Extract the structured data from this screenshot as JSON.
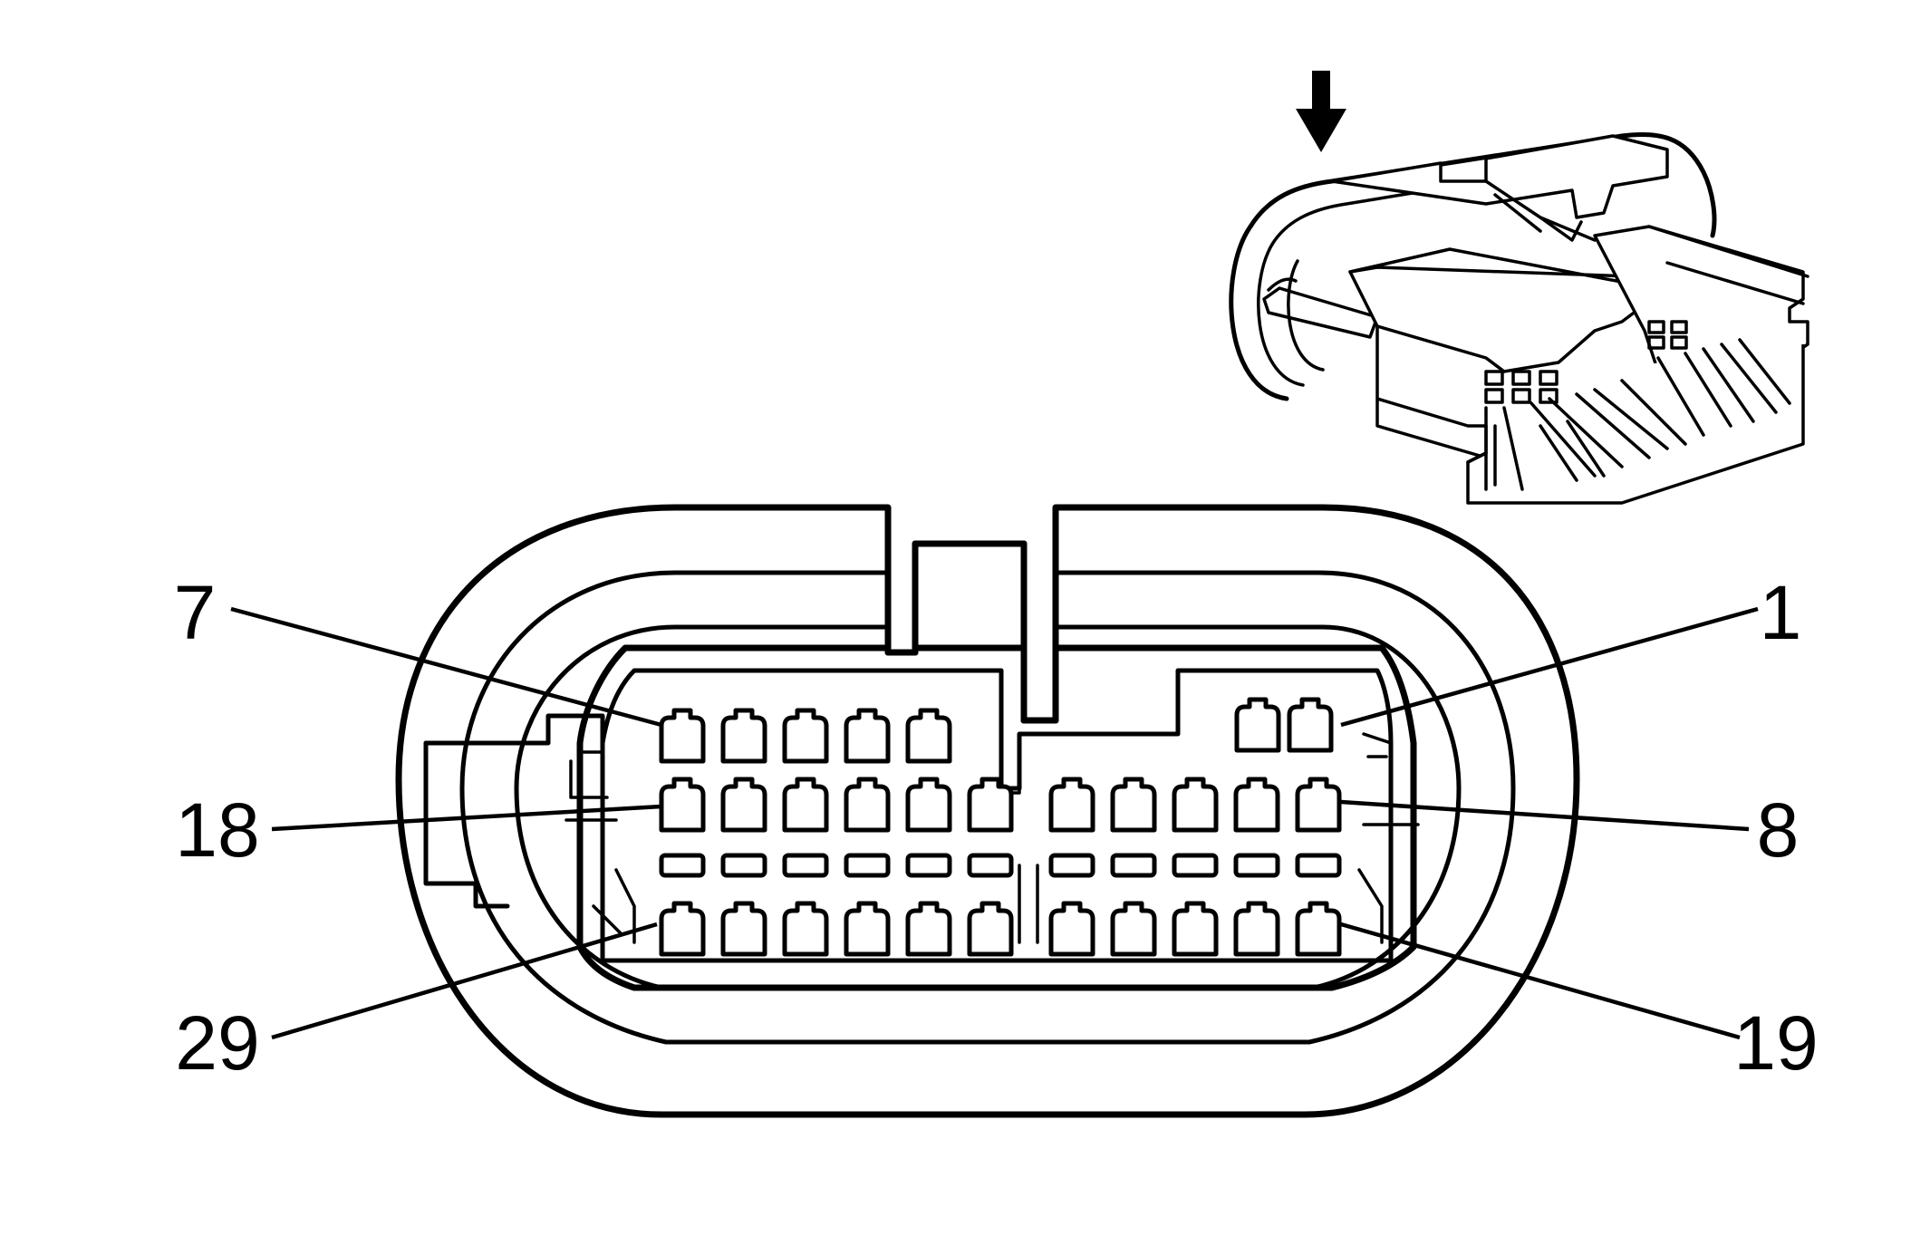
{
  "callouts": [
    {
      "label": "7"
    },
    {
      "label": "1"
    },
    {
      "label": "18"
    },
    {
      "label": "8"
    },
    {
      "label": "29"
    },
    {
      "label": "19"
    }
  ],
  "connector": {
    "row1_left_cavities": 5,
    "row1_right_cavities": 2,
    "row2_left_cavities": 6,
    "row2_right_cavities": 5,
    "row3_left_slots": 6,
    "row3_right_slots": 5,
    "row4_left_cavities": 6,
    "row4_right_cavities": 5
  },
  "icons": {
    "arrow": "down-arrow-icon",
    "inset": "connector-isometric-view"
  },
  "colors": {
    "line": "#000000",
    "background": "#ffffff"
  }
}
